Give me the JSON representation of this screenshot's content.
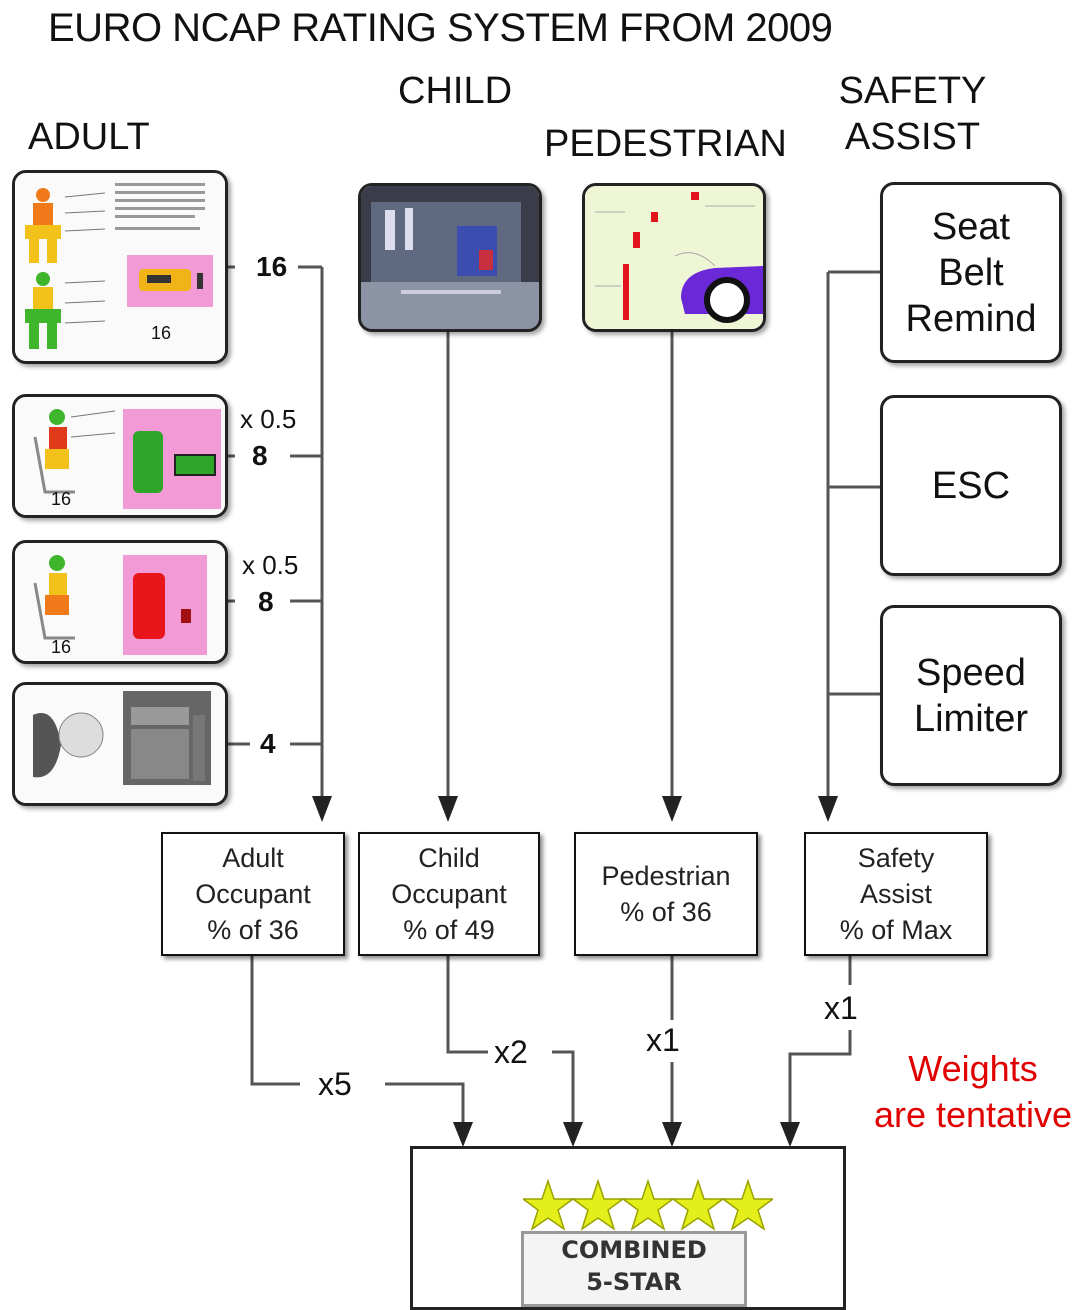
{
  "title": "EURO NCAP RATING SYSTEM FROM 2009",
  "headers": {
    "adult": "ADULT",
    "child": "CHILD",
    "pedestrian": "PEDESTRIAN",
    "safety_assist_1": "SAFETY",
    "safety_assist_2": "ASSIST"
  },
  "adult_tests": {
    "frontal_label": "16",
    "side_label": "8",
    "side_weight": "x 0.5",
    "pole_label": "8",
    "pole_weight": "x 0.5",
    "whiplash_label": "4",
    "thumb_score": "16"
  },
  "safety_assist_items": [
    {
      "line1": "Seat",
      "line2": "Belt",
      "line3": "Remind"
    },
    {
      "line1": "ESC"
    },
    {
      "line1": "Speed",
      "line2": "Limiter"
    }
  ],
  "scores": {
    "adult": {
      "line1": "Adult",
      "line2": "Occupant",
      "line3": "% of 36"
    },
    "child": {
      "line1": "Child",
      "line2": "Occupant",
      "line3": "% of 49"
    },
    "pedestrian": {
      "line1": "Pedestrian",
      "line2": "% of 36"
    },
    "safety": {
      "line1": "Safety",
      "line2": "Assist",
      "line3": "% of Max"
    }
  },
  "weights": {
    "adult": "x5",
    "child": "x2",
    "pedestrian": "x1",
    "safety": "x1"
  },
  "note": {
    "line1": "Weights",
    "line2": "are tentative"
  },
  "final": {
    "line1": "COMBINED",
    "line2": "5-STAR"
  },
  "colors": {
    "note": "#e00000",
    "stars": "#e3ee1a",
    "accent_pink": "#f29ad6"
  }
}
